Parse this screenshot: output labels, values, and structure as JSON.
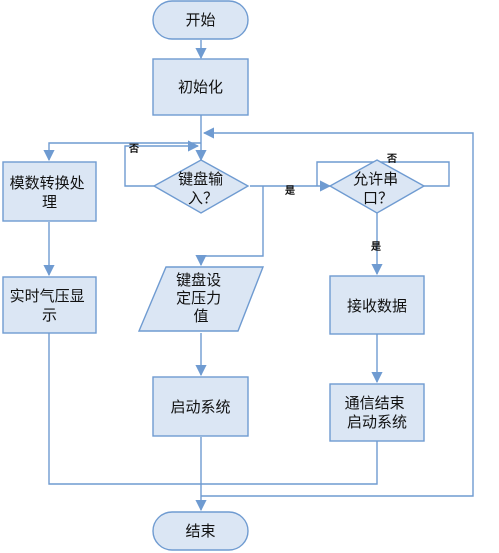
{
  "nodes": {
    "start": "开始",
    "init": "初始化",
    "key_q": [
      "键盘输",
      "入？"
    ],
    "key_set": [
      "键盘设",
      "定压力",
      "值"
    ],
    "start_sys_left": "启动系统",
    "ad": [
      "模数转换处",
      "理"
    ],
    "display": [
      "实时气压显",
      "示"
    ],
    "serial_q": [
      "允许串",
      "口？"
    ],
    "recv": "接收数据",
    "comm_end": [
      "通信结束",
      "启动系统"
    ],
    "end": "结束"
  },
  "labels": {
    "yes": "是",
    "no": "否"
  },
  "colors": {
    "fill": "#dbe6f4",
    "stroke": "#6f9bd1"
  }
}
